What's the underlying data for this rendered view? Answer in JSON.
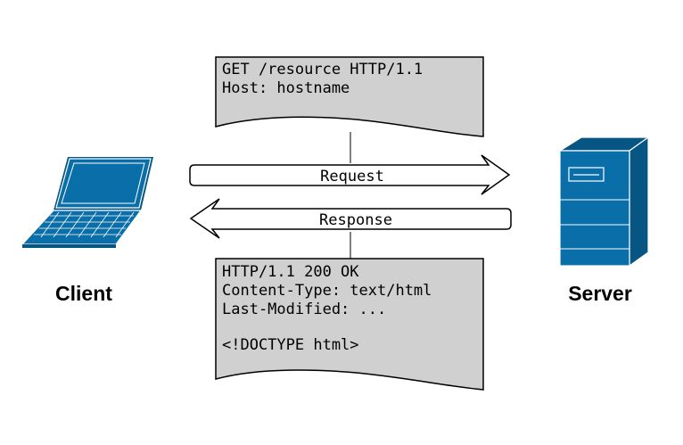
{
  "request_doc": {
    "lines": [
      "GET /resource HTTP/1.1",
      "Host: hostname"
    ]
  },
  "response_doc": {
    "lines": [
      "HTTP/1.1 200 OK",
      "Content-Type: text/html",
      "Last-Modified: ...",
      "",
      "<!DOCTYPE html>"
    ]
  },
  "arrows": {
    "request_label": "Request",
    "response_label": "Response"
  },
  "nodes": {
    "client_label": "Client",
    "server_label": "Server"
  },
  "colors": {
    "device_blue": "#0a6ea8",
    "device_dark": "#075582",
    "document_fill": "#d0d0d0",
    "stroke": "#000000"
  },
  "icons": {
    "client": "laptop-icon",
    "server": "server-tower-icon"
  }
}
